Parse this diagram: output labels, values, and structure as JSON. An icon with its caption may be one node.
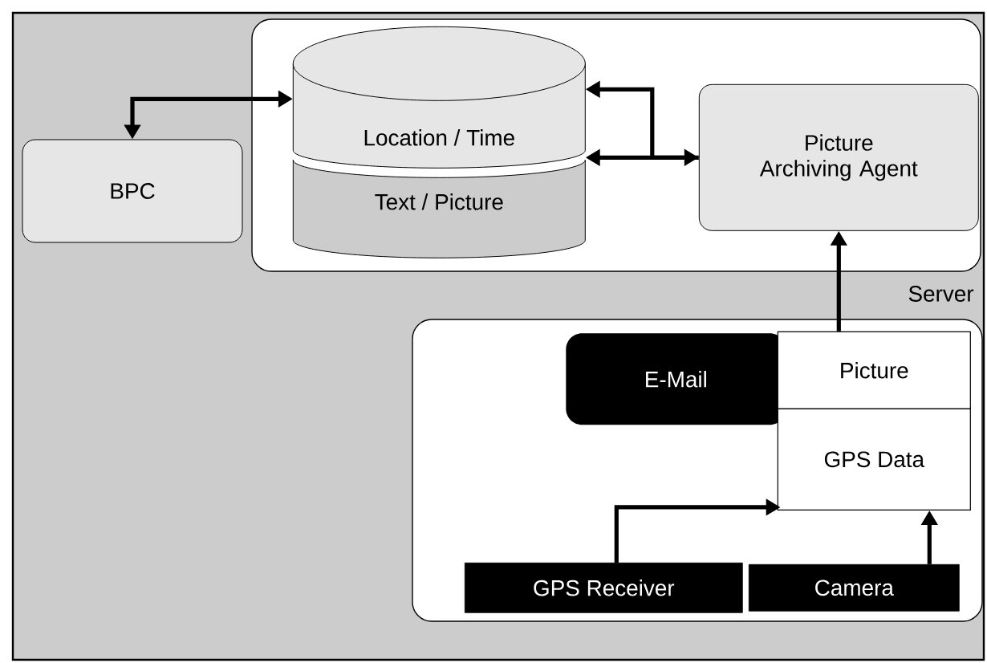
{
  "diagram": {
    "nodes": [
      {
        "text": [
          "Server"
        ]
      },
      {
        "text": [
          "BPC"
        ]
      },
      {
        "text": [
          "Location / Time",
          "Text / Picture"
        ],
        "in": 0
      },
      {
        "text": [
          "Picture Archiving Agent"
        ],
        "in": 0
      },
      {
        "text": [],
        "shape": "box"
      },
      {
        "text": [
          "E-Mail"
        ],
        "in": 4
      },
      {
        "text": [
          "Picture"
        ],
        "in": 4
      },
      {
        "text": [
          "GPS Data"
        ],
        "in": 4
      },
      {
        "text": [
          "GPS Receiver"
        ],
        "in": 4
      },
      {
        "text": [
          "Camera"
        ],
        "in": 4
      }
    ],
    "edges": [
      {
        "from": 1,
        "to": 2,
        "arrow": "both"
      },
      {
        "from": 2,
        "to": 3,
        "arrow": "both"
      },
      {
        "from": 3,
        "to": 2,
        "arrow": "to"
      },
      {
        "from": 6,
        "to": 3,
        "arrow": "to"
      },
      {
        "from": 8,
        "to": 7,
        "arrow": "to"
      },
      {
        "from": 9,
        "to": 7,
        "arrow": "to"
      }
    ]
  }
}
